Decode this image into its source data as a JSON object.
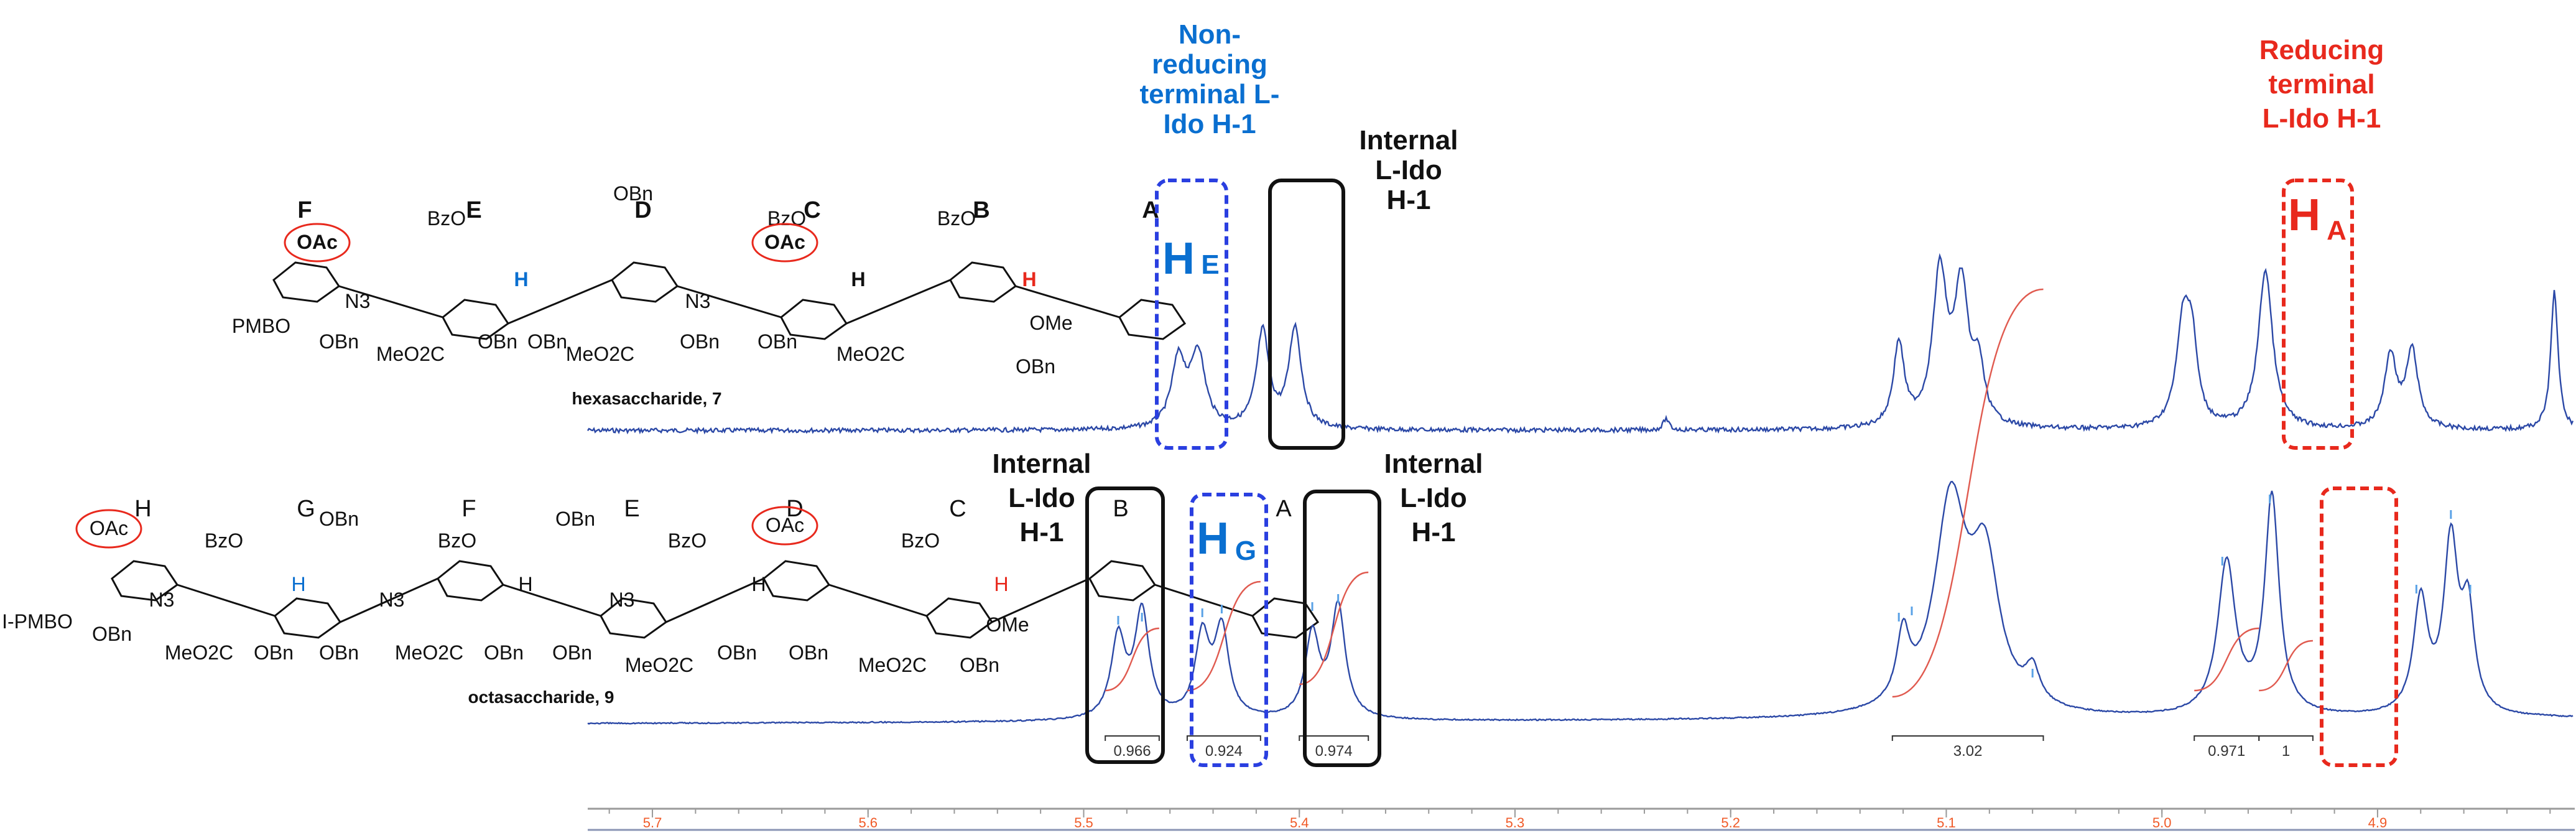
{
  "chart_data": {
    "type": "line",
    "title": "",
    "xlabel": "",
    "ylabel": "",
    "x_reversed": true,
    "xlim": [
      5.73,
      4.81
    ],
    "ticks": [
      5.7,
      5.6,
      5.5,
      5.4,
      5.3,
      5.2,
      5.1,
      5.0,
      4.9
    ],
    "tick_labels": [
      "5.7",
      "5.6",
      "5.5",
      "5.4",
      "5.3",
      "5.2",
      "5.1",
      "5.0",
      "4.9"
    ],
    "series": [
      {
        "peaks": [
          {
            "ppm": 5.456,
            "h": 0.35,
            "w": 0.004
          },
          {
            "ppm": 5.447,
            "h": 0.38,
            "w": 0.004
          },
          {
            "ppm": 5.417,
            "h": 0.5,
            "w": 0.0035
          },
          {
            "ppm": 5.402,
            "h": 0.52,
            "w": 0.0035
          },
          {
            "ppm": 5.23,
            "h": 0.06,
            "w": 0.0015
          },
          {
            "ppm": 5.122,
            "h": 0.43,
            "w": 0.003
          },
          {
            "ppm": 5.103,
            "h": 0.78,
            "w": 0.004
          },
          {
            "ppm": 5.093,
            "h": 0.7,
            "w": 0.004
          },
          {
            "ppm": 5.085,
            "h": 0.28,
            "w": 0.003
          },
          {
            "ppm": 4.99,
            "h": 0.55,
            "w": 0.0038
          },
          {
            "ppm": 4.986,
            "h": 0.35,
            "w": 0.003
          },
          {
            "ppm": 4.952,
            "h": 0.82,
            "w": 0.004
          },
          {
            "ppm": 4.894,
            "h": 0.38,
            "w": 0.0033
          },
          {
            "ppm": 4.884,
            "h": 0.4,
            "w": 0.0033
          },
          {
            "ppm": 4.818,
            "h": 0.72,
            "w": 0.002
          }
        ]
      },
      {
        "peaks": [
          {
            "ppm": 5.484,
            "h": 0.37,
            "w": 0.004
          },
          {
            "ppm": 5.473,
            "h": 0.49,
            "w": 0.004
          },
          {
            "ppm": 5.445,
            "h": 0.37,
            "w": 0.004
          },
          {
            "ppm": 5.436,
            "h": 0.4,
            "w": 0.004
          },
          {
            "ppm": 5.394,
            "h": 0.38,
            "w": 0.004
          },
          {
            "ppm": 5.382,
            "h": 0.51,
            "w": 0.004
          },
          {
            "ppm": 5.12,
            "h": 0.3,
            "w": 0.0035
          },
          {
            "ppm": 5.098,
            "h": 0.95,
            "w": 0.009
          },
          {
            "ppm": 5.082,
            "h": 0.65,
            "w": 0.008
          },
          {
            "ppm": 5.06,
            "h": 0.15,
            "w": 0.004
          },
          {
            "ppm": 4.97,
            "h": 0.7,
            "w": 0.005
          },
          {
            "ppm": 4.949,
            "h": 1.0,
            "w": 0.004
          },
          {
            "ppm": 4.88,
            "h": 0.52,
            "w": 0.004
          },
          {
            "ppm": 4.866,
            "h": 0.78,
            "w": 0.004
          },
          {
            "ppm": 4.858,
            "h": 0.45,
            "w": 0.0035
          }
        ]
      }
    ],
    "integrals": [
      {
        "from": 5.49,
        "to": 5.465,
        "value": "0.966"
      },
      {
        "from": 5.452,
        "to": 5.418,
        "value": "0.924"
      },
      {
        "from": 5.4,
        "to": 5.368,
        "value": "0.974"
      },
      {
        "from": 5.125,
        "to": 5.055,
        "value": "3.02"
      },
      {
        "from": 4.985,
        "to": 4.955,
        "value": "0.971"
      },
      {
        "from": 4.955,
        "to": 4.93,
        "value": "1"
      }
    ],
    "annotations": {
      "nonreducing": [
        "Non-",
        "reducing",
        "terminal L-",
        "Ido H-1"
      ],
      "internal_top": [
        "Internal",
        "L-Ido",
        "H-1"
      ],
      "reducing": [
        "Reducing",
        "terminal",
        "L-Ido H-1"
      ],
      "internal_left": [
        "Internal",
        "L-Ido",
        "H-1"
      ],
      "internal_right": [
        "Internal",
        "L-Ido",
        "H-1"
      ],
      "he_main": "H",
      "he_sub": "E",
      "hg_main": "H",
      "hg_sub": "G",
      "ha_main": "H",
      "ha_sub": "A"
    }
  },
  "structures": {
    "hexa": {
      "letters": [
        "F",
        "E",
        "D",
        "C",
        "B",
        "A"
      ],
      "caption": "hexasaccharide, 7",
      "labels": [
        "OAc",
        "BzO",
        "OBn",
        "BzO",
        "OAc",
        "BzO",
        "H",
        "H",
        "H",
        "N3",
        "N3",
        "OMe",
        "PMBO",
        "OBn",
        "MeO2C",
        "OBn",
        "OBn",
        "MeO2C",
        "OBn",
        "OBn",
        "MeO2C",
        "OBn"
      ]
    },
    "octa": {
      "letters": [
        "H",
        "G",
        "F",
        "E",
        "D",
        "C",
        "B",
        "A"
      ],
      "caption": "octasaccharide, 9",
      "labels": [
        "OAc",
        "BzO",
        "OBn",
        "BzO",
        "OBn",
        "BzO",
        "OAc",
        "BzO",
        "H",
        "H",
        "H",
        "H",
        "N3",
        "N3",
        "N3",
        "OMe",
        "I-PMBO",
        "OBn",
        "MeO2C",
        "OBn",
        "OBn",
        "MeO2C",
        "OBn",
        "OBn",
        "MeO2C",
        "OBn",
        "OBn",
        "MeO2C",
        "OBn"
      ]
    }
  },
  "colors": {
    "spectrum": "#2b48a6",
    "integral": "#e05a4f",
    "blue": "#0a6fd0",
    "red": "#e8291d",
    "dashed_blue": "#2a3fe0",
    "dashed_red": "#e8291d",
    "axis_text": "#f05a28"
  }
}
